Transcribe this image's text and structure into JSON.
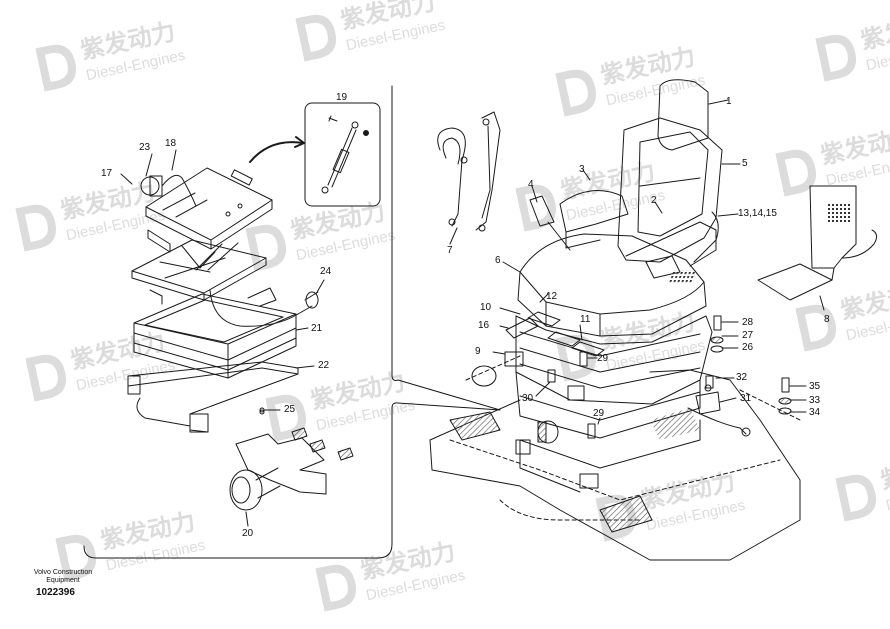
{
  "watermark": {
    "brand_cn": "紫发动力",
    "brand_en": "Diesel-Engines",
    "color": "#d9d9d9"
  },
  "callouts": {
    "c1": "1",
    "c2": "2",
    "c3": "3",
    "c4": "4",
    "c5": "5",
    "c6": "6",
    "c7": "7",
    "c8": "8",
    "c9": "9",
    "c10": "10",
    "c11": "11",
    "c12": "12",
    "c13": "13,14,15",
    "c16": "16",
    "c17": "17",
    "c18": "18",
    "c19": "19",
    "c20": "20",
    "c21": "21",
    "c22": "22",
    "c23": "23",
    "c24": "24",
    "c25": "25",
    "c26": "26",
    "c27": "27",
    "c28": "28",
    "c29a": "29",
    "c29b": "29",
    "c30": "30",
    "c31": "31",
    "c32": "32",
    "c33": "33",
    "c34": "34",
    "c35": "35"
  },
  "footer": {
    "maker_line1": "Volvo Construction",
    "maker_line2": "Equipment",
    "drawing_number": "1022396"
  },
  "colors": {
    "line": "#1a1a1a",
    "hatch": "#9a9a9a"
  }
}
